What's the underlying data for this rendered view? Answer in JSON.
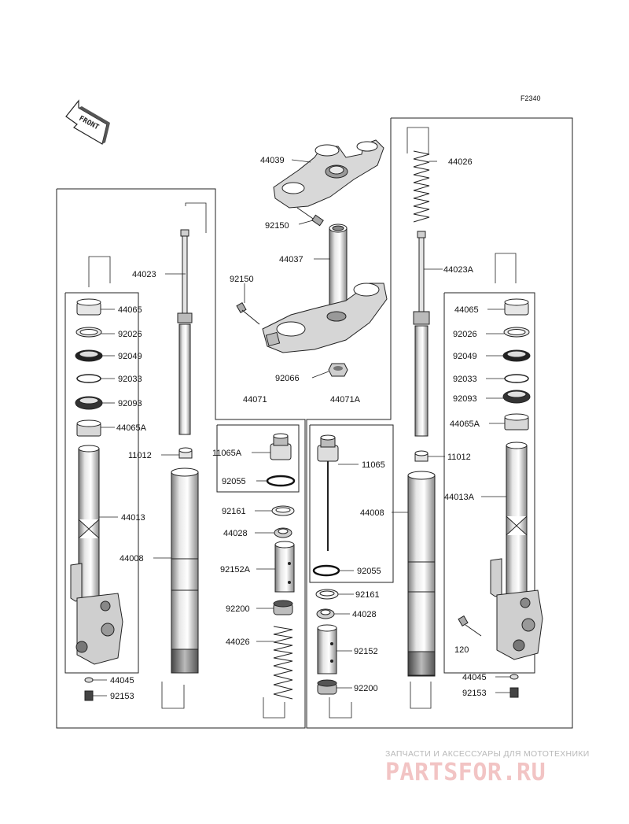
{
  "diagram_code": "F2340",
  "front_label": "FRONT",
  "watermark": {
    "tagline": "ЗАПЧАСТИ И АКСЕССУАРЫ ДЛЯ МОТОТЕХНИКИ",
    "brand": "PARTSFOR.RU"
  },
  "labels": {
    "l44039": "44039",
    "l92150a": "92150",
    "l44037": "44037",
    "l92150b": "92150",
    "l92066": "92066",
    "l44026a": "44026",
    "l44023": "44023",
    "l44023A": "44023A",
    "l44065": "44065",
    "l92026": "92026",
    "l92049": "92049",
    "l92033": "92033",
    "l92093": "92093",
    "l44065A": "44065A",
    "l11012": "11012",
    "l44013": "44013",
    "l44008": "44008",
    "l44045": "44045",
    "l92153": "92153",
    "l44071": "44071",
    "l11065A": "11065A",
    "l92055a": "92055",
    "l92161a": "92161",
    "l44028a": "44028",
    "l92152A": "92152A",
    "l92200a": "92200",
    "l44026b": "44026",
    "l44071A": "44071A",
    "l11065": "11065",
    "l44008b": "44008",
    "l92055b": "92055",
    "l92161b": "92161",
    "l44028b": "44028",
    "l92152": "92152",
    "l92200b": "92200",
    "r44065": "44065",
    "r92026": "92026",
    "r92049": "92049",
    "r92033": "92033",
    "r92093": "92093",
    "r44065A": "44065A",
    "r11012": "11012",
    "r44013A": "44013A",
    "r120": "120",
    "r44045": "44045",
    "r92153": "92153"
  }
}
